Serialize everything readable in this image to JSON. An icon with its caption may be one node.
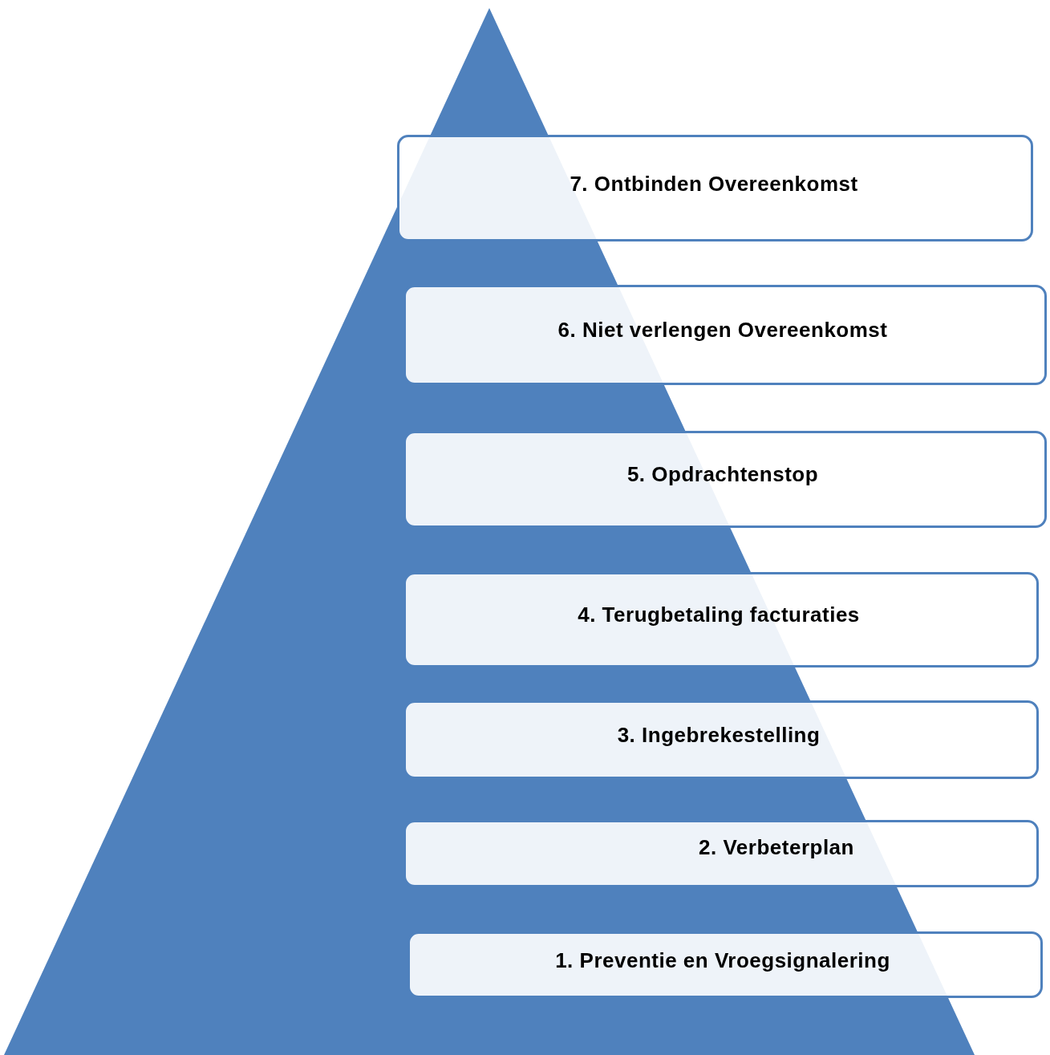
{
  "diagram": {
    "nodes": [
      {
        "text": [
          "7. Ontbinden Overeenkomst"
        ]
      },
      {
        "text": [
          "6. Niet verlengen Overeenkomst"
        ]
      },
      {
        "text": [
          "5. Opdrachtenstop"
        ]
      },
      {
        "text": [
          "4. Terugbetaling facturaties"
        ]
      },
      {
        "text": [
          "3. Ingebrekestelling"
        ]
      },
      {
        "text": [
          "2. Verbeterplan"
        ]
      },
      {
        "text": [
          "1. Preventie en Vroegsignalering"
        ]
      }
    ]
  }
}
